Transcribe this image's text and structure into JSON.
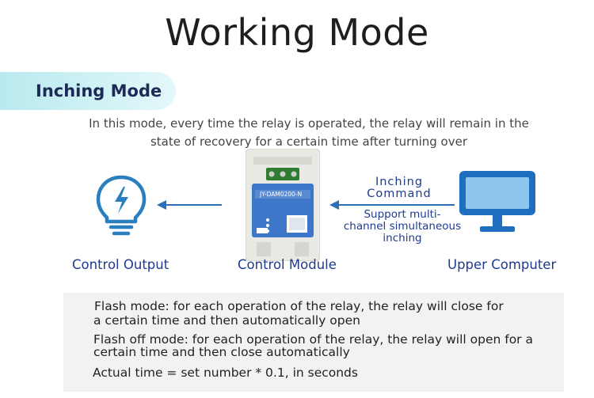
{
  "title": "Working Mode",
  "mode_tab": {
    "label": "Inching Mode"
  },
  "description": "In this mode, every time the relay is operated, the relay will remain in the state of recovery for a certain time after turning over",
  "diagram": {
    "output_label": "Control Output",
    "module_label": "Control Module",
    "computer_label": "Upper Computer",
    "module_model": "JY-DAM0200-N",
    "command_line1": "Inching",
    "command_line2": "Command",
    "support_line1": "Support multi-",
    "support_line2": "channel simultaneous",
    "support_line3": "inching"
  },
  "notes": {
    "flash_line1": "Flash mode: for each operation of the relay, the relay will close for",
    "flash_line2": "a certain time and then automatically open",
    "flash_off_line1": "Flash off mode: for each operation of the relay, the relay will open for a",
    "flash_off_line2": "certain time and then close automatically",
    "actual_time": "Actual time = set number * 0.1, in seconds"
  },
  "colors": {
    "accent": "#1f3a8f",
    "icon_blue": "#2a7fbf",
    "arrow_blue": "#2d6fb5",
    "tab_bg": "#c4eef2",
    "monitor_blue": "#1f6fc1"
  }
}
